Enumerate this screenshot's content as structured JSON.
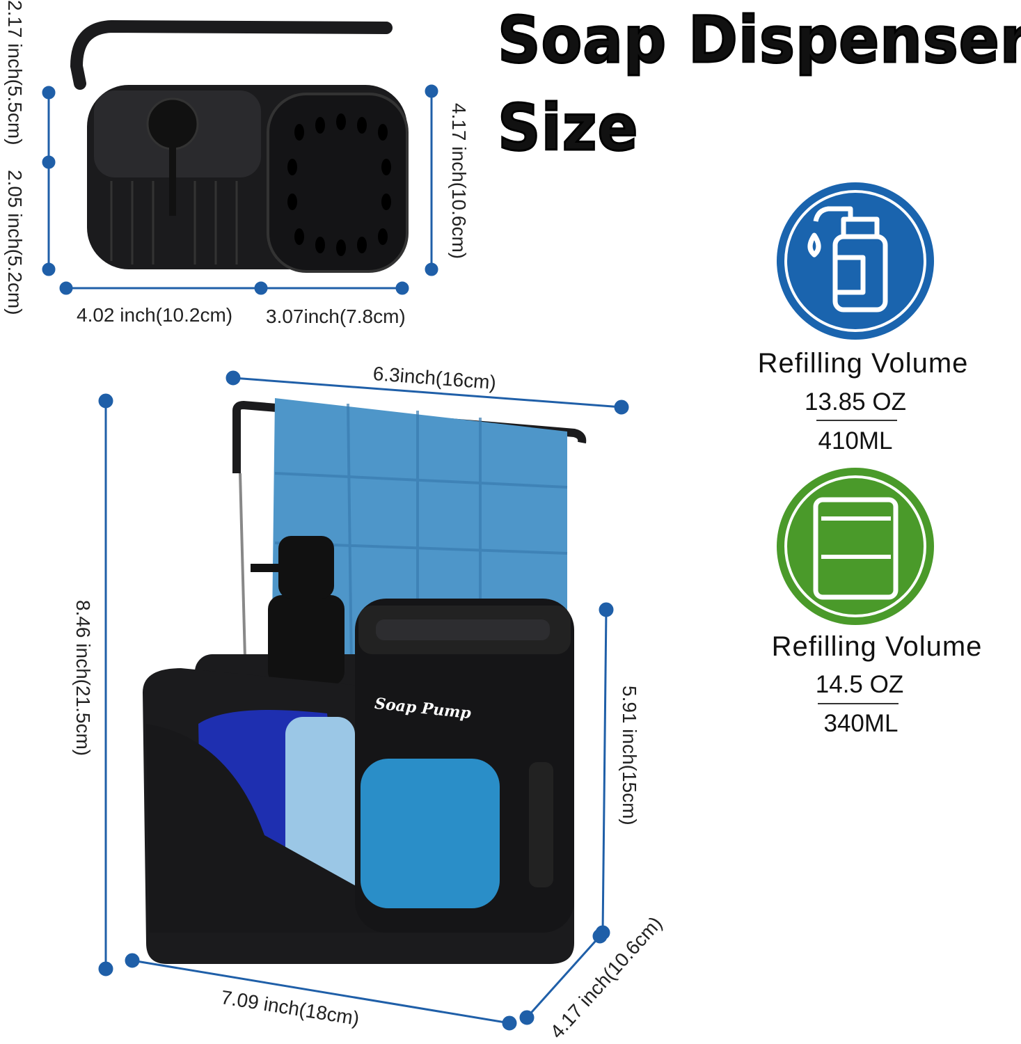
{
  "title": {
    "line1": "Soap Dispenser",
    "line2": "Size"
  },
  "colors": {
    "dimension_line": "#1f5fa8",
    "blue_badge": "#1a64ae",
    "green_badge": "#4a9a2a",
    "product": "#1b1b1d",
    "towel": "#4e96c9"
  },
  "top_view": {
    "dims": {
      "left_upper": "2.17 inch(5.5cm)",
      "left_lower": "2.05 inch(5.2cm)",
      "right": "4.17 inch(10.6cm)",
      "bottom_left": "4.02 inch(10.2cm)",
      "bottom_right": "3.07inch(7.8cm)"
    }
  },
  "front_view": {
    "product_label": "Soap Pump",
    "dims": {
      "top_width": "6.3inch(16cm)",
      "height": "8.46 inch(21.5cm)",
      "cup_height": "5.91 inch(15cm)",
      "bottom_width": "7.09 inch(18cm)",
      "depth": "4.17 inch(10.6cm)"
    }
  },
  "volumes": [
    {
      "icon": "soap-bottle-icon",
      "title": "Refilling Volume",
      "oz": "13.85 OZ",
      "ml": "410ML"
    },
    {
      "icon": "container-icon",
      "title": "Refilling Volume",
      "oz": "14.5 OZ",
      "ml": "340ML"
    }
  ]
}
